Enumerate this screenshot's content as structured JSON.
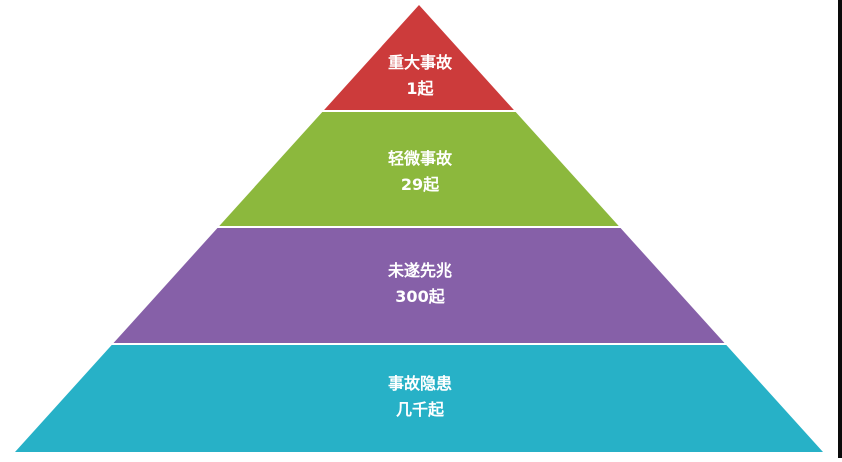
{
  "pyramid": {
    "levels": [
      {
        "name": "重大事故",
        "count": "1起",
        "color": "#cc3b3b"
      },
      {
        "name": "轻微事故",
        "count": "29起",
        "color": "#8cb83d"
      },
      {
        "name": "未遂先兆",
        "count": "300起",
        "color": "#8660a8"
      },
      {
        "name": "事故隐患",
        "count": "几千起",
        "color": "#27b1c7"
      }
    ]
  }
}
